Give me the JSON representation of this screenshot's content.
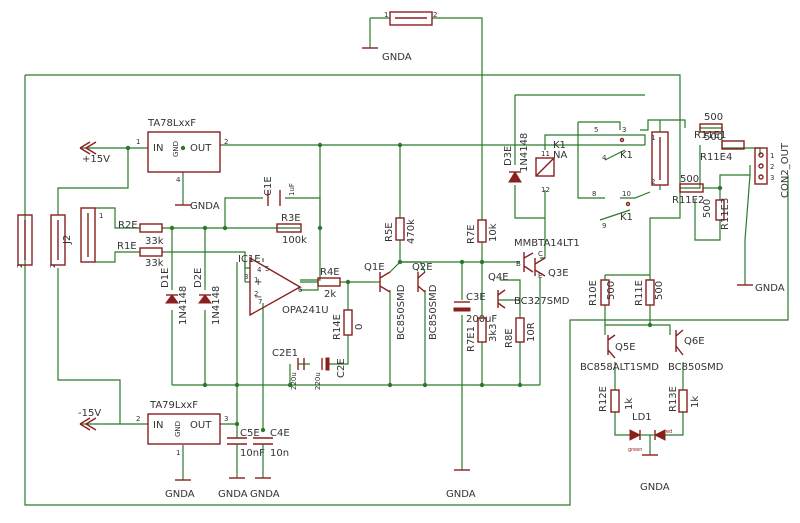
{
  "labels": {
    "top_pin1": "1",
    "top_pin2": "2",
    "gnda_top": "GNDA",
    "reg_pos_name": "TA78LxxF",
    "reg_pos_in": "IN",
    "reg_pos_gnd": "GND",
    "reg_pos_out": "OUT",
    "reg_pos_p1": "1",
    "reg_pos_p2": "2",
    "reg_pos_p4": "4",
    "plus15": "+15V",
    "gnda_regpos": "GNDA",
    "reg_neg_name": "TA79LxxF",
    "reg_neg_in": "IN",
    "reg_neg_gnd": "GND",
    "reg_neg_out": "OUT",
    "reg_neg_p2": "2",
    "reg_neg_p3": "3",
    "reg_neg_p1": "1",
    "minus15": "-15V",
    "gnda_regneg": "GNDA",
    "c1e": "C1E",
    "c1e_val": "1uF",
    "r3e": "R3E",
    "r3e_val": "100k",
    "r2e": "R2E",
    "r2e_val": "33k",
    "r1e": "R1E",
    "r1e_val": "33k",
    "j2": "J2",
    "d1e": "D1E",
    "d1e_val": "1N4148",
    "d2e": "D2E",
    "d2e_val": "1N4148",
    "ic1e": "IC1E",
    "ic1e_val": "OPA241U",
    "ic_p1": "1",
    "ic_p2": "2",
    "ic_p3": "3",
    "ic_p4": "4",
    "ic_p5": "5",
    "ic_p6": "6",
    "ic_p7": "7",
    "r4e": "R4E",
    "r4e_val": "2k",
    "r14e": "R14E",
    "r14e_val": "0",
    "c2e1": "C2E1",
    "c2e1_val": "220u",
    "c2e": "C2E",
    "c2e_val": "220u",
    "c5e": "C5E",
    "c5e_val": "10nF",
    "c4e": "C4E",
    "c4e_val": "10n",
    "gnda_c5": "GNDA",
    "gnda_c4": "GNDA",
    "r5e": "R5E",
    "r5e_val": "470k",
    "q1e": "Q1E",
    "q1e_val": "BC850SMD",
    "q2e": "Q2E",
    "q2e_val": "BC850SMD",
    "r7e": "R7E",
    "r7e_val": "10k",
    "c3e": "C3E",
    "c3e_val": "200uF",
    "r7e1": "R7E1",
    "r7e1_val": "3k3",
    "q4e": "Q4E",
    "r8e": "R8E",
    "r8e_val": "10R",
    "q3e_name": "MMBTA14LT1",
    "q3e": "Q3E",
    "q3e_val": "BC327SMD",
    "q3_b": "B",
    "q3_c": "C",
    "q3_e": "E",
    "gnda_mid": "GNDA",
    "d3e": "D3E",
    "d3e_val": "1N4148",
    "k1": "K1",
    "k1_na": "NA",
    "k1_p11": "11",
    "k1_p12": "12",
    "relay_p5": "5",
    "relay_p3": "3",
    "relay_p4": "4",
    "relay_k1a": "K1",
    "relay_p8": "8",
    "relay_p10": "10",
    "relay_p9": "9",
    "relay_k1b": "K1",
    "fuse_p1": "1",
    "fuse_p2": "2",
    "r11e1": "R11E1",
    "r11e1_val": "500",
    "r11e4": "R11E4",
    "r11e4_val": "500",
    "r11e2": "R11E2",
    "r11e2_val": "500",
    "r11e3": "R11E3",
    "r11e3_val": "500",
    "con_p1": "1",
    "con_p2": "2",
    "con_p3": "3",
    "con2_out": "CON2_OUT",
    "gnda_right": "GNDA",
    "r10e": "R10E",
    "r10e_val": "500",
    "r11e": "R11E",
    "r11e_val": "500",
    "q5e": "Q5E",
    "q5e_val": "BC858ALT1SMD",
    "q6e": "Q6E",
    "q6e_val": "BC850SMD",
    "r12e": "R12E",
    "r12e_val": "1k",
    "r13e": "R13E",
    "r13e_val": "1k",
    "ld1": "LD1",
    "led_green": "green",
    "led_red": "red",
    "gnda_led": "GNDA",
    "left_pin2a": "2",
    "left_pin2b": "2",
    "left_pin1": "1"
  }
}
